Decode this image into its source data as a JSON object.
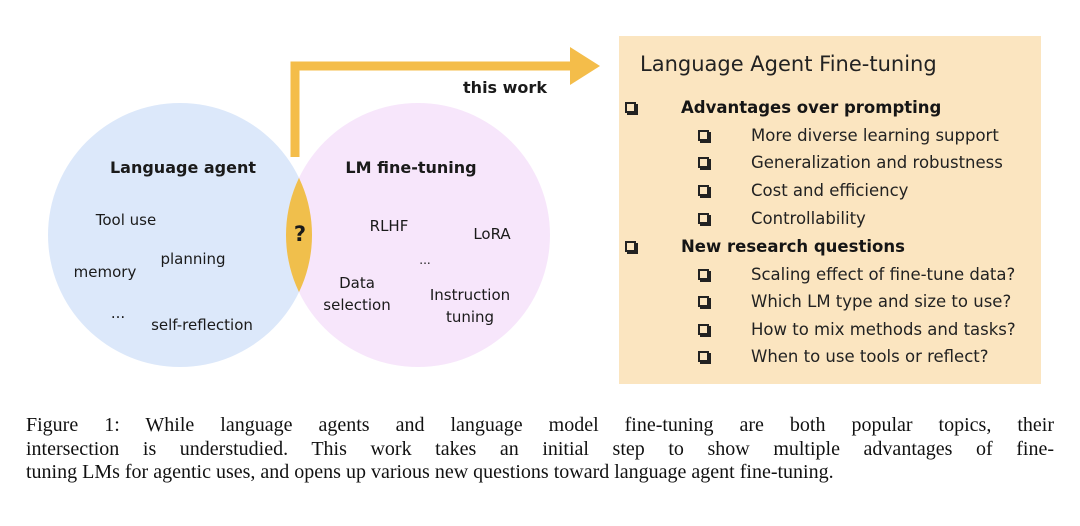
{
  "diagram": {
    "left_circle": {
      "title": "Language agent",
      "items": [
        "Tool use",
        "planning",
        "memory",
        "...",
        "self-reflection"
      ]
    },
    "right_circle": {
      "title": "LM fine-tuning",
      "items": [
        "RLHF",
        "LoRA",
        "...",
        "Data",
        "selection",
        "Instruction",
        "tuning"
      ]
    },
    "intersection_label": "?",
    "arrow_label": "this work",
    "colors": {
      "left_circle": "#dce8fa",
      "right_circle": "#f7e6fb",
      "intersection": "#f0bf4c",
      "arrow": "#f4bd4a",
      "panel": "#fbe5c0"
    }
  },
  "panel": {
    "title": "Language Agent Fine-tuning",
    "sections": [
      {
        "heading": "Advantages over prompting",
        "items": [
          "More diverse learning support",
          "Generalization and robustness",
          "Cost and efficiency",
          "Controllability"
        ]
      },
      {
        "heading": "New research questions",
        "items": [
          "Scaling effect of fine-tune data?",
          "Which LM type and size to use?",
          "How to mix methods and tasks?",
          "When to use tools or reflect?"
        ]
      }
    ]
  },
  "caption": {
    "lines": [
      "Figure 1: While language agents and language model fine-tuning are both popular topics, their",
      "intersection is understudied. This work takes an initial step to show multiple advantages of fine-",
      "tuning LMs for agentic uses, and opens up various new questions toward language agent fine-tuning."
    ]
  }
}
